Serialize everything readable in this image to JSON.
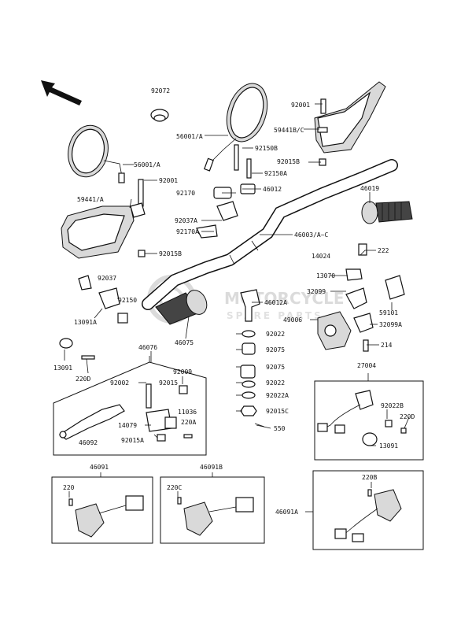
{
  "labels": {
    "p92072": "92072",
    "p92001_top": "92001",
    "p56001_A_top": "56001/A",
    "p59441_BC": "59441B/C",
    "p92150B": "92150B",
    "p92015B_top": "92015B",
    "p56001_A_left": "56001/A",
    "p92001_left": "92001",
    "p92150A": "92150A",
    "p46019": "46019",
    "p92170_top": "92170",
    "p46012": "46012",
    "p59441_A": "59441/A",
    "p92037A": "92037A",
    "p46003": "46003/A~C",
    "p92170A": "92170A",
    "p92015B_left": "92015B",
    "p14024": "14024",
    "p222": "222",
    "p92037": "92037",
    "p13070": "13070",
    "p32099": "32099",
    "p46012A": "46012A",
    "p92150": "92150",
    "p13091A": "13091A",
    "p59101": "59101",
    "p49006": "49006",
    "p32099A": "32099A",
    "p92022": "92022",
    "p46075": "46075",
    "p92075_a": "92075",
    "p214": "214",
    "p13091": "13091",
    "p46076": "46076",
    "p220D": "220D",
    "p92075_b": "92075",
    "p27004": "27004",
    "p92009": "92009",
    "p92002": "92002",
    "p92015": "92015",
    "p92022_b": "92022",
    "p92022A": "92022A",
    "p11036": "11036",
    "p92015C": "92015C",
    "p220A": "220A",
    "p14079": "14079",
    "p92022B": "92022B",
    "p220D_b": "220D",
    "p92015A": "92015A",
    "p550": "550",
    "p46092": "46092",
    "p13091_b": "13091",
    "p46091": "46091",
    "p46091B": "46091B",
    "p220": "220",
    "p220C": "220C",
    "p220B": "220B",
    "p46091A": "46091A"
  },
  "watermark": {
    "title": "MOTORCYCLE",
    "subtitle": "SPARE PARTS"
  }
}
